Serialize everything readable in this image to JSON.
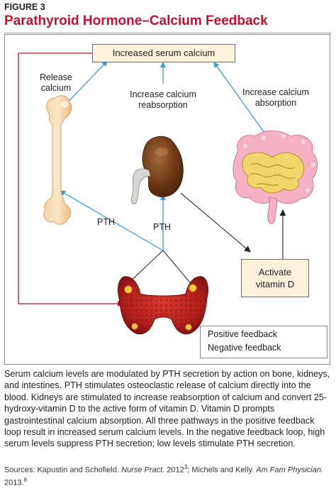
{
  "figure": {
    "label": "FIGURE 3",
    "title": "Parathyroid Hormone–Calcium Feedback"
  },
  "diagram": {
    "top_box": "Increased serum calcium",
    "release_calcium": [
      "Release",
      "calcium"
    ],
    "increase_reabsorption": [
      "Increase calcium",
      "reabsorption"
    ],
    "increase_absorption": [
      "Increase calcium",
      "absorption"
    ],
    "pth_left": "PTH",
    "pth_center": "PTH",
    "vitamin_box": [
      "Activate",
      "vitamin D"
    ]
  },
  "legend": {
    "positive": "Positive feedback",
    "negative": "Negative feedback",
    "positive_color": "#3b9bd6",
    "negative_color": "#c8102e"
  },
  "caption": "Serum calcium levels are modulated by PTH secretion by action on bone, kidneys, and intestines. PTH stimulates osteoclastic release of calcium directly into the blood. Kidneys are stimulated to increase reabsorption of calcium and convert 25-hydroxy-vitamin D to the active form of vitamin D. Vitamin D prompts gastrointestinal calcium absorption. All three pathways in the positive feedback loop result in increased serum calcium levels. In the negative feedback loop, high serum levels suppress PTH secretion; low levels stimulate PTH secretion.",
  "sources": {
    "prefix": "Sources: Kapustin and Schofield. ",
    "journal1": "Nurse Pract.",
    "year1": " 2012",
    "ref1": "3",
    "middle": "; Michels and Kelly. ",
    "journal2": "Am Fam Physician.",
    "year2": " 2013.",
    "ref2": "8"
  }
}
